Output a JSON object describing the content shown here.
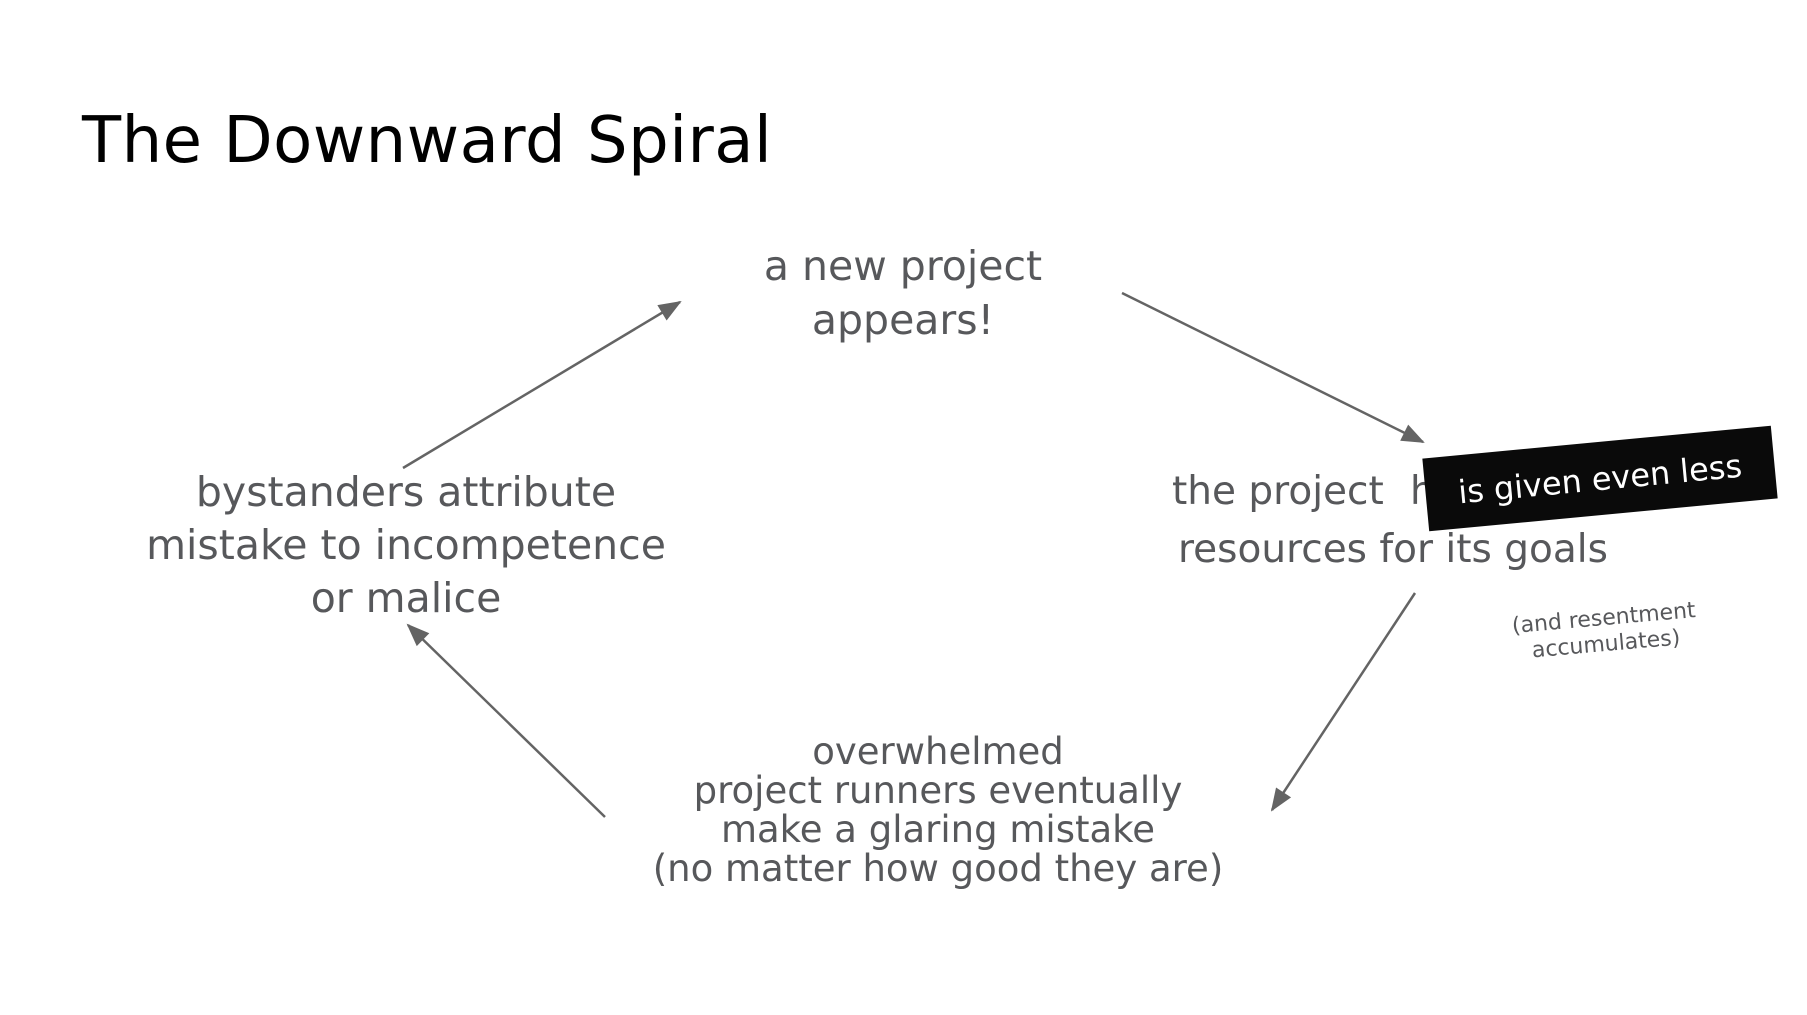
{
  "title": "The Downward Spiral",
  "colors": {
    "background": "#ffffff",
    "title_text": "#000000",
    "node_text": "#57585b",
    "arrow": "#646464",
    "overlay_background": "#0a0a0a",
    "overlay_text": "#ffffff"
  },
  "nodes": {
    "top": {
      "lines": [
        "a new project",
        "appears!"
      ]
    },
    "right": {
      "line1": "the project",
      "hidden_fragment": "h",
      "line2": "resources for its goals",
      "overlay_label": "is given even less",
      "note_lines": [
        "(and resentment",
        "accumulates)"
      ]
    },
    "bottom": {
      "lines": [
        "overwhelmed",
        "project runners eventually",
        "make a glaring mistake",
        "(no matter how good they are)"
      ]
    },
    "left": {
      "lines": [
        "bystanders attribute",
        "mistake to incompetence",
        "or malice"
      ]
    }
  },
  "arrows": [
    {
      "name": "left-to-top"
    },
    {
      "name": "top-to-right"
    },
    {
      "name": "right-to-bottom"
    },
    {
      "name": "bottom-to-left"
    }
  ]
}
